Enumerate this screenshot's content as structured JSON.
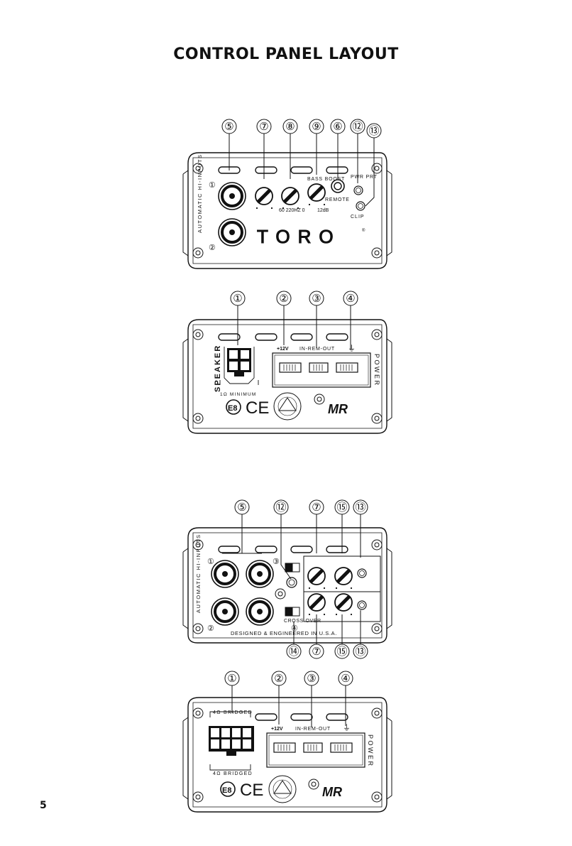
{
  "page_title": "CONTROL PANEL LAYOUT",
  "page_number": "5",
  "panel1": {
    "callouts": [
      "⑤",
      "⑦",
      "⑧",
      "⑨",
      "⑥",
      "⑫",
      "⑬"
    ],
    "input_markers": [
      "①",
      "②"
    ],
    "side_label": "AUTOMATIC HI-INPUTS",
    "bass_boost": "BASS BOOST",
    "remote": "REMOTE",
    "pwr_prt": "PWR PRT",
    "clip": "CLIP",
    "scale_freq": "60 220HZ 0",
    "scale_boost": "12dB",
    "logo": "TORO"
  },
  "panel2": {
    "callouts": [
      "①",
      "②",
      "③",
      "④"
    ],
    "speaker": "SPEAKER",
    "minimum": "1Ω MINIMUM",
    "plus12v": "+12V",
    "in_rem_out": "IN-REM-OUT",
    "power": "POWER",
    "e8": "E8",
    "ce": "CE",
    "mr": "MR"
  },
  "panel3": {
    "callouts_top": [
      "⑤",
      "⑫",
      "⑦",
      "⑮",
      "⑬"
    ],
    "callouts_bottom": [
      "⑭",
      "⑦",
      "⑮",
      "⑬"
    ],
    "input_markers": [
      "①",
      "②",
      "③",
      "④"
    ],
    "side_label": "AUTOMATIC HI-INPUTS",
    "cross_over": "CROSS OVER",
    "designed": "DESIGNED & ENGINEERED IN U.S.A."
  },
  "panel4": {
    "callouts": [
      "①",
      "②",
      "③",
      "④"
    ],
    "bridged_top": "4Ω BRIDGED",
    "bridged_bottom": "4Ω BRIDGED",
    "plus12v": "+12V",
    "in_rem_out": "IN-REM-OUT",
    "power": "POWER",
    "e8": "E8",
    "ce": "CE",
    "mr": "MR"
  }
}
